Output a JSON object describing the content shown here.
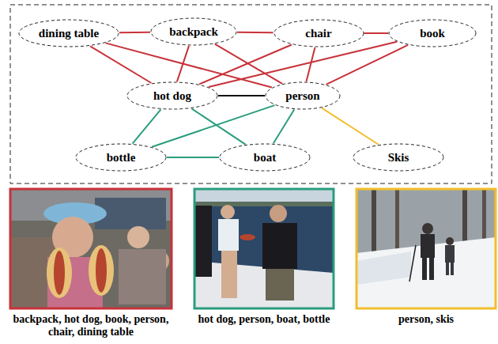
{
  "diagram": {
    "nodes": [
      {
        "text": [
          "dining table"
        ]
      },
      {
        "text": [
          "backpack"
        ]
      },
      {
        "text": [
          "chair"
        ]
      },
      {
        "text": [
          "book"
        ]
      },
      {
        "text": [
          "hot dog"
        ]
      },
      {
        "text": [
          "person"
        ]
      },
      {
        "text": [
          "bottle"
        ]
      },
      {
        "text": [
          "boat"
        ]
      },
      {
        "text": [
          "Skis"
        ]
      }
    ],
    "edges": [
      {
        "from": 0,
        "to": 1,
        "arrow": "none"
      },
      {
        "from": 1,
        "to": 2,
        "arrow": "none"
      },
      {
        "from": 2,
        "to": 3,
        "arrow": "none"
      },
      {
        "from": 0,
        "to": 4,
        "arrow": "none"
      },
      {
        "from": 0,
        "to": 5,
        "arrow": "none"
      },
      {
        "from": 1,
        "to": 4,
        "arrow": "none"
      },
      {
        "from": 1,
        "to": 5,
        "arrow": "none"
      },
      {
        "from": 2,
        "to": 4,
        "arrow": "none"
      },
      {
        "from": 2,
        "to": 5,
        "arrow": "none"
      },
      {
        "from": 3,
        "to": 4,
        "arrow": "none"
      },
      {
        "from": 3,
        "to": 5,
        "arrow": "none"
      },
      {
        "from": 4,
        "to": 5,
        "arrow": "none"
      },
      {
        "from": 4,
        "to": 6,
        "arrow": "none"
      },
      {
        "from": 4,
        "to": 7,
        "arrow": "none"
      },
      {
        "from": 5,
        "to": 6,
        "arrow": "none"
      },
      {
        "from": 5,
        "to": 7,
        "arrow": "none"
      },
      {
        "from": 6,
        "to": 7,
        "arrow": "none"
      },
      {
        "from": 5,
        "to": 8,
        "arrow": "none"
      }
    ],
    "labels": [
      "backpack, hot dog, book, person, chair, dining table",
      "hot dog, person, boat, bottle",
      "person, skis"
    ]
  }
}
